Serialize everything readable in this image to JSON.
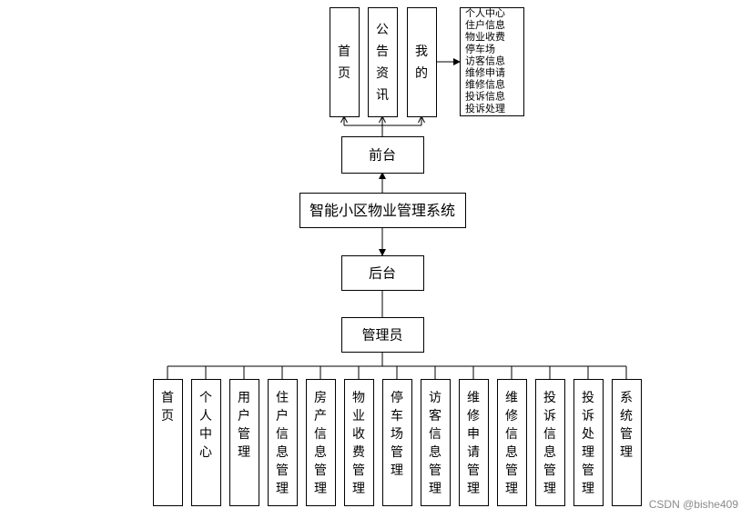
{
  "system": {
    "name": "智能小区物业管理系统"
  },
  "frontend": {
    "name": "前台",
    "modules": [
      {
        "label": "首页"
      },
      {
        "label": "公告资讯"
      },
      {
        "label": "我的"
      }
    ],
    "my_items": [
      "个人中心",
      "住户信息",
      "物业收费",
      "停车场",
      "访客信息",
      "维修申请",
      "维修信息",
      "投诉信息",
      "投诉处理"
    ]
  },
  "backend": {
    "name": "后台",
    "role": "管理员"
  },
  "admin_modules": [
    {
      "label": "首页"
    },
    {
      "label": "个人中心"
    },
    {
      "label": "用户管理"
    },
    {
      "label": "住户信息管理"
    },
    {
      "label": "房产信息管理"
    },
    {
      "label": "物业收费管理"
    },
    {
      "label": "停车场管理"
    },
    {
      "label": "访客信息管理"
    },
    {
      "label": "维修申请管理"
    },
    {
      "label": "维修信息管理"
    },
    {
      "label": "投诉信息管理"
    },
    {
      "label": "投诉处理管理"
    },
    {
      "label": "系统管理"
    }
  ],
  "watermark": "CSDN @bishe409"
}
